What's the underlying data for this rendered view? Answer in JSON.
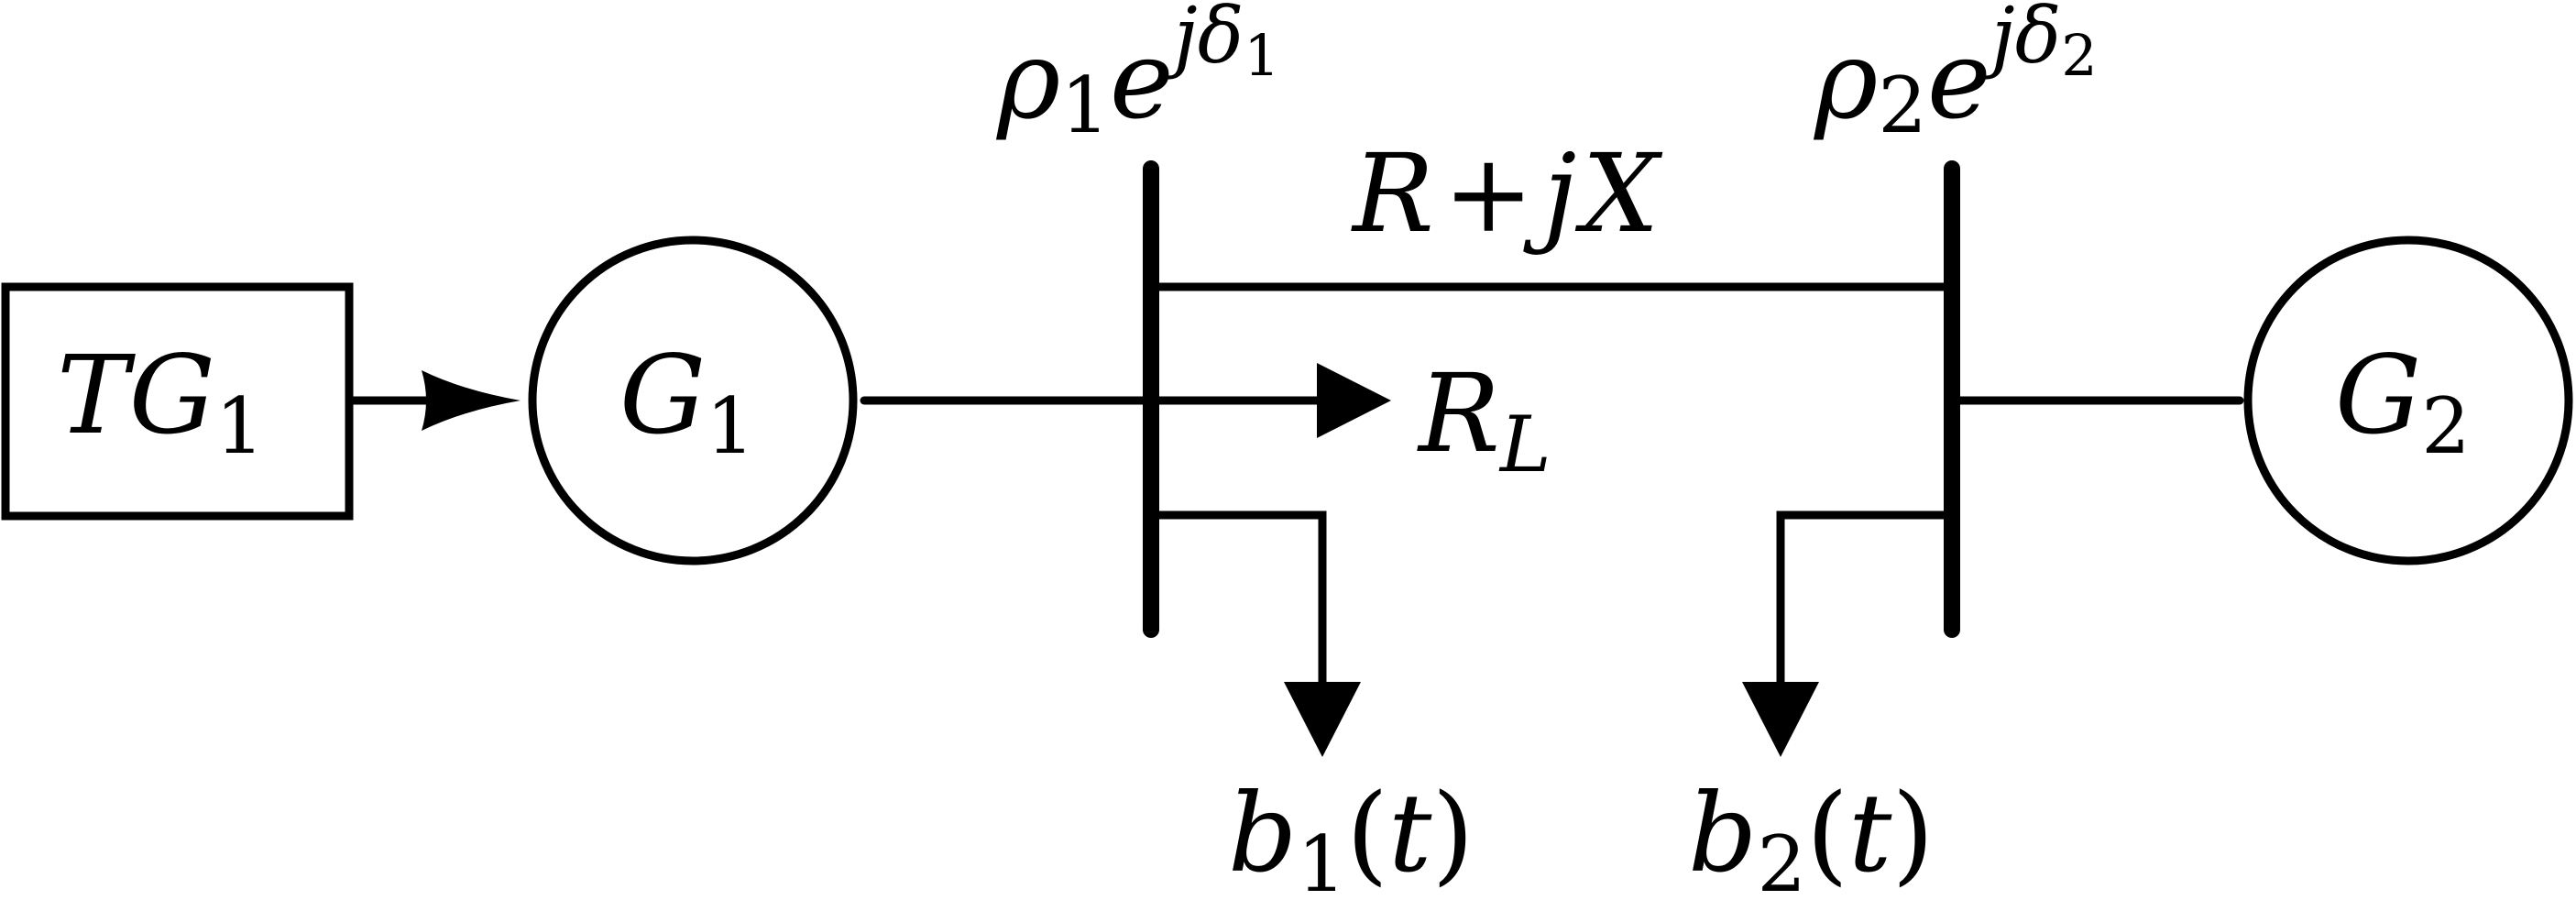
{
  "diagram": {
    "tg1": {
      "main": "TG",
      "sub": "1"
    },
    "g1": {
      "main": "G",
      "sub": "1"
    },
    "g2": {
      "main": "G",
      "sub": "2"
    },
    "bus1_voltage": {
      "rho": "ρ",
      "rho_sub": "1",
      "e": "e",
      "exp_j": "j",
      "exp_delta": "δ",
      "exp_sub": "1"
    },
    "bus2_voltage": {
      "rho": "ρ",
      "rho_sub": "2",
      "e": "e",
      "exp_j": "j",
      "exp_delta": "δ",
      "exp_sub": "2"
    },
    "line_impedance": {
      "r": "R",
      "plus": "+",
      "j": "j",
      "x": "X"
    },
    "load": {
      "main": "R",
      "sub": "L"
    },
    "b1": {
      "main": "b",
      "sub": "1",
      "open": "(",
      "arg": "t",
      "close": ")"
    },
    "b2": {
      "main": "b",
      "sub": "2",
      "open": "(",
      "arg": "t",
      "close": ")"
    }
  }
}
